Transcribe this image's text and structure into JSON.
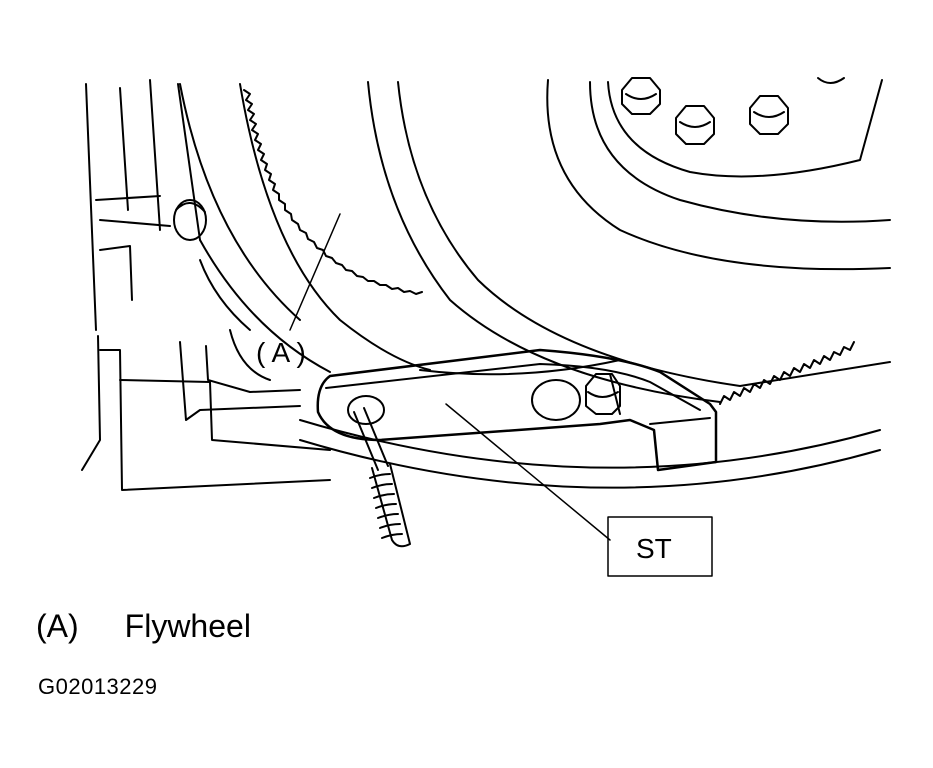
{
  "callouts": {
    "a_label": "( A )",
    "st_label": "ST"
  },
  "legend": {
    "key": "(A)",
    "description": "Flywheel"
  },
  "figure_id": "G02013229"
}
